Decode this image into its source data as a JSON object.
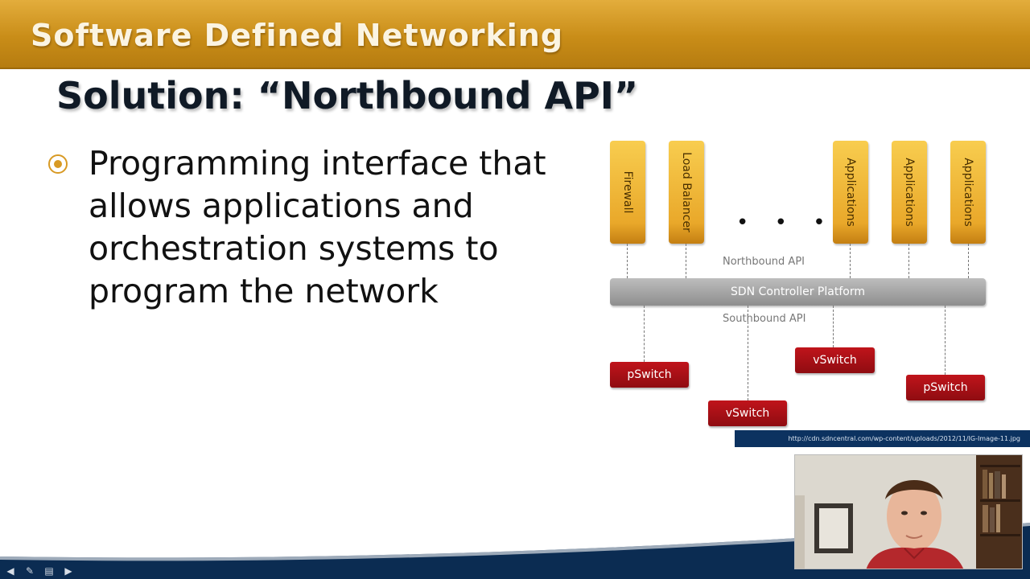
{
  "header": {
    "title": "Software Defined Networking"
  },
  "slide": {
    "title": "Solution: “Northbound API”",
    "bullet": "Programming interface that\nallows applications and\norchestration systems to\nprogram the network"
  },
  "diagram": {
    "apps": [
      "Firewall",
      "Load Balancer",
      "Applications",
      "Applications",
      "Applications"
    ],
    "ellipsis": "• • •",
    "northbound_label": "Northbound API",
    "controller_label": "SDN Controller Platform",
    "southbound_label": "Southbound API",
    "switches": [
      "pSwitch",
      "vSwitch",
      "vSwitch",
      "pSwitch"
    ],
    "colors": {
      "app": "#eaa82b",
      "controller": "#9c9c9c",
      "switch": "#a90f15"
    }
  },
  "source_url": "http://cdn.sdncentral.com/wp-content/uploads/2012/11/IG-Image-11.jpg",
  "player": {
    "controls": [
      "back-arrow-icon",
      "pen-icon",
      "slides-icon",
      "forward-arrow-icon"
    ]
  },
  "theme": {
    "header_gold": "#cf951f",
    "footer_navy": "#0b2c52"
  }
}
